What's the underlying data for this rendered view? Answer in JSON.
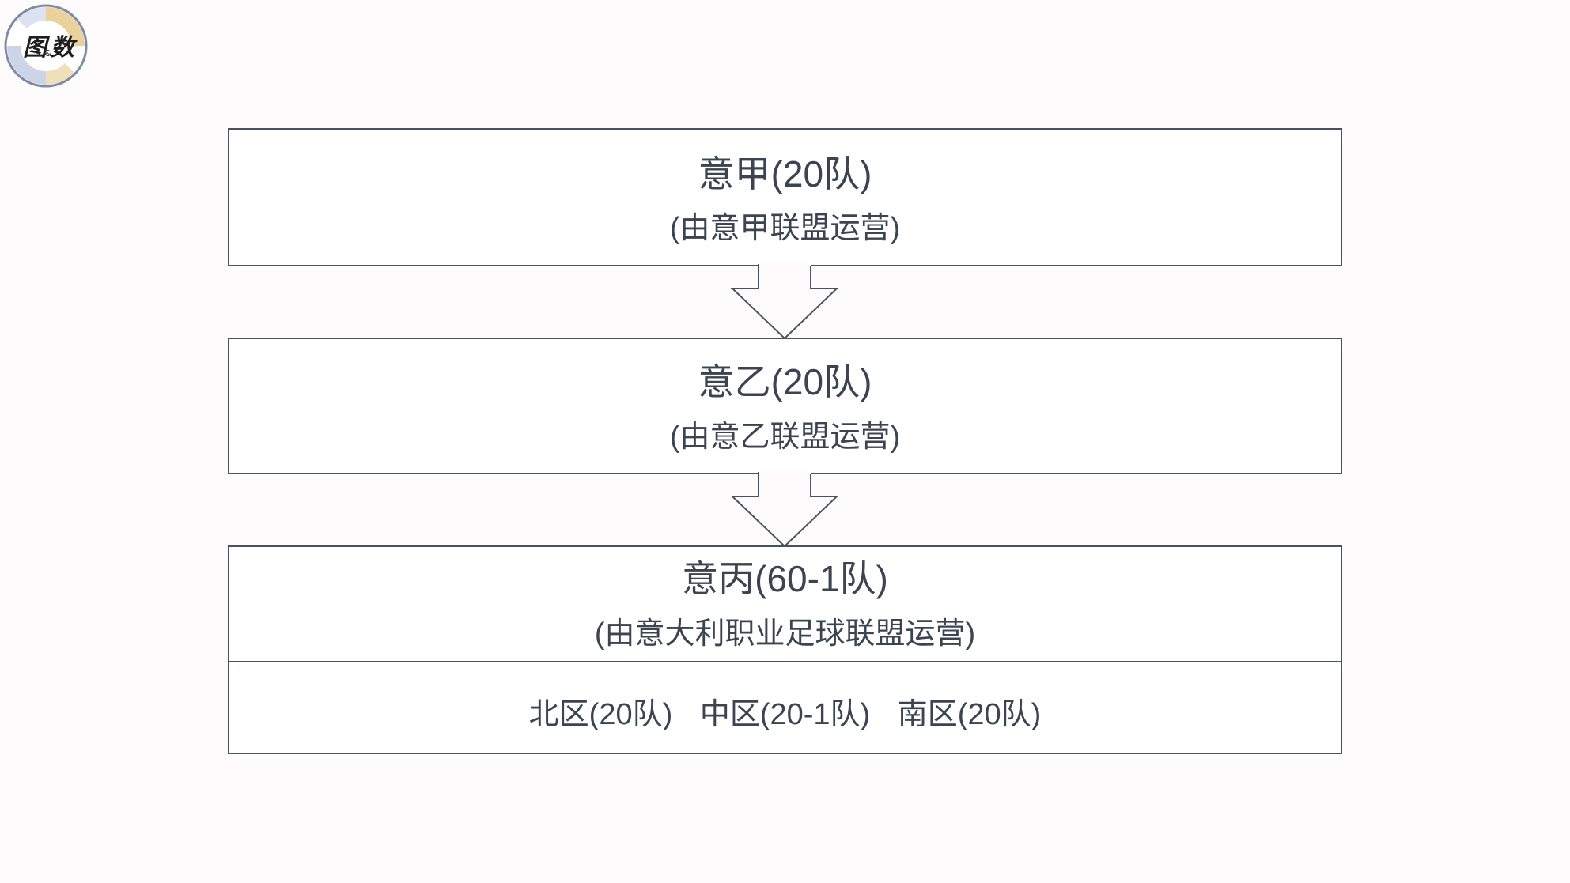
{
  "logo": {
    "text_main": "图",
    "text_amp": "&",
    "text_end": "数"
  },
  "tiers": [
    {
      "title": "意甲(20队)",
      "subtitle": "(由意甲联盟运营)"
    },
    {
      "title": "意乙(20队)",
      "subtitle": "(由意乙联盟运营)"
    },
    {
      "title": "意丙(60-1队)",
      "subtitle": "(由意大利职业足球联盟运营)",
      "regions": [
        "北区(20队)",
        "中区(20-1队)",
        "南区(20队)"
      ]
    }
  ],
  "colors": {
    "background": "#fdfbfb",
    "border": "#4a5260",
    "text": "#3c4452",
    "logo_accent_gold": "#e8c98a",
    "logo_accent_blue": "#c7cfe6",
    "logo_ring": "#7e8aa8"
  }
}
